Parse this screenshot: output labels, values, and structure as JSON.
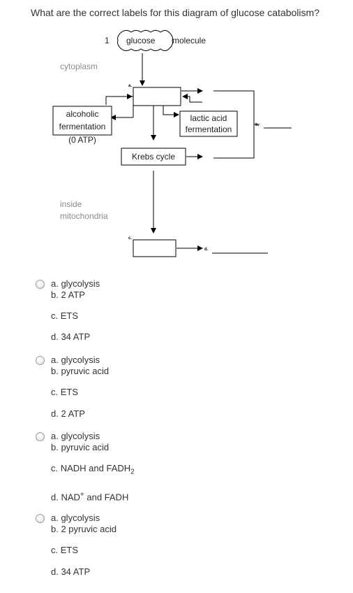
{
  "question": "What are the correct labels for this diagram of glucose catabolism?",
  "diagram": {
    "one": "1",
    "glucose": "glucose",
    "molecule": "molecule",
    "cytoplasm": "cytoplasm",
    "label_a": "a.",
    "label_b": "b.",
    "label_c": "c.",
    "label_d": "d.",
    "alcoholic_1": "alcoholic",
    "alcoholic_2": "fermentation",
    "alcoholic_atp": "(0 ATP)",
    "lactic_1": "lactic acid",
    "lactic_2": "fermentation",
    "krebs": "Krebs cycle",
    "inside_1": "inside",
    "inside_2": "mitochondria"
  },
  "options": [
    {
      "a": "a. glycolysis",
      "b": "b. 2 ATP",
      "c": "c. ETS",
      "d": "d. 34 ATP"
    },
    {
      "a": "a. glycolysis",
      "b": "b. pyruvic acid",
      "c": "c. ETS",
      "d": "d. 2 ATP"
    },
    {
      "a": "a. glycolysis",
      "b": "b. pyruvic acid",
      "c_main": "c. NADH and FADH",
      "c_sub": "2",
      "d_pre": "d. NAD",
      "d_sup": "+",
      "d_post": " and FADH"
    },
    {
      "a": "a. glycolysis",
      "b": "b. 2 pyruvic acid",
      "c": "c. ETS",
      "d": "d. 34 ATP"
    }
  ]
}
